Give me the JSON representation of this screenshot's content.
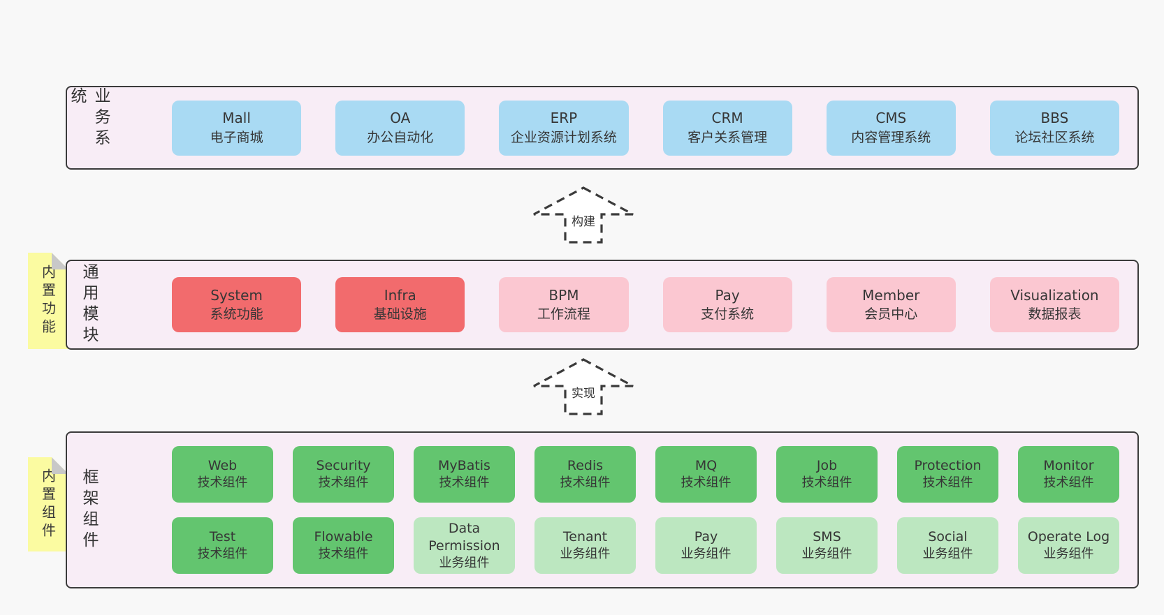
{
  "colors": {
    "page-bg": "#f8f8f8",
    "panel-bg": "#f8edf6",
    "panel-border": "#3b3b3b",
    "box-blue": "#a9daf3",
    "box-red": "#f26b6d",
    "box-pink": "#fbc7d1",
    "box-green": "#63c56f",
    "box-green-light": "#bce7c0",
    "note-yellow": "#fbfba1",
    "note-fold": "#c8c8c8",
    "arrow-fill": "#ffffff",
    "text": "#333333"
  },
  "layers": {
    "business": {
      "label": "业务系统",
      "boxes": [
        {
          "name": "Mall",
          "desc": "电子商城",
          "variant": "blue"
        },
        {
          "name": "OA",
          "desc": "办公自动化",
          "variant": "blue"
        },
        {
          "name": "ERP",
          "desc": "企业资源计划系统",
          "variant": "blue"
        },
        {
          "name": "CRM",
          "desc": "客户关系管理",
          "variant": "blue"
        },
        {
          "name": "CMS",
          "desc": "内容管理系统",
          "variant": "blue"
        },
        {
          "name": "BBS",
          "desc": "论坛社区系统",
          "variant": "blue"
        }
      ]
    },
    "modules": {
      "label": "通用模块",
      "note": "内置功能",
      "boxes": [
        {
          "name": "System",
          "desc": "系统功能",
          "variant": "red"
        },
        {
          "name": "Infra",
          "desc": "基础设施",
          "variant": "red"
        },
        {
          "name": "BPM",
          "desc": "工作流程",
          "variant": "pink"
        },
        {
          "name": "Pay",
          "desc": "支付系统",
          "variant": "pink"
        },
        {
          "name": "Member",
          "desc": "会员中心",
          "variant": "pink"
        },
        {
          "name": "Visualization",
          "desc": "数据报表",
          "variant": "pink"
        }
      ]
    },
    "components": {
      "label": "框架组件",
      "note": "内置组件",
      "rows": [
        [
          {
            "name": "Web",
            "desc": "技术组件",
            "variant": "green"
          },
          {
            "name": "Security",
            "desc": "技术组件",
            "variant": "green"
          },
          {
            "name": "MyBatis",
            "desc": "技术组件",
            "variant": "green"
          },
          {
            "name": "Redis",
            "desc": "技术组件",
            "variant": "green"
          },
          {
            "name": "MQ",
            "desc": "技术组件",
            "variant": "green"
          },
          {
            "name": "Job",
            "desc": "技术组件",
            "variant": "green"
          },
          {
            "name": "Protection",
            "desc": "技术组件",
            "variant": "green"
          },
          {
            "name": "Monitor",
            "desc": "技术组件",
            "variant": "green"
          }
        ],
        [
          {
            "name": "Test",
            "desc": "技术组件",
            "variant": "green"
          },
          {
            "name": "Flowable",
            "desc": "技术组件",
            "variant": "green"
          },
          {
            "name": "Data Permission",
            "desc": "业务组件",
            "variant": "green-light"
          },
          {
            "name": "Tenant",
            "desc": "业务组件",
            "variant": "green-light"
          },
          {
            "name": "Pay",
            "desc": "业务组件",
            "variant": "green-light"
          },
          {
            "name": "SMS",
            "desc": "业务组件",
            "variant": "green-light"
          },
          {
            "name": "Social",
            "desc": "业务组件",
            "variant": "green-light"
          },
          {
            "name": "Operate Log",
            "desc": "业务组件",
            "variant": "green-light"
          }
        ]
      ]
    }
  },
  "arrows": {
    "build": {
      "label": "构建"
    },
    "implement": {
      "label": "实现"
    }
  }
}
